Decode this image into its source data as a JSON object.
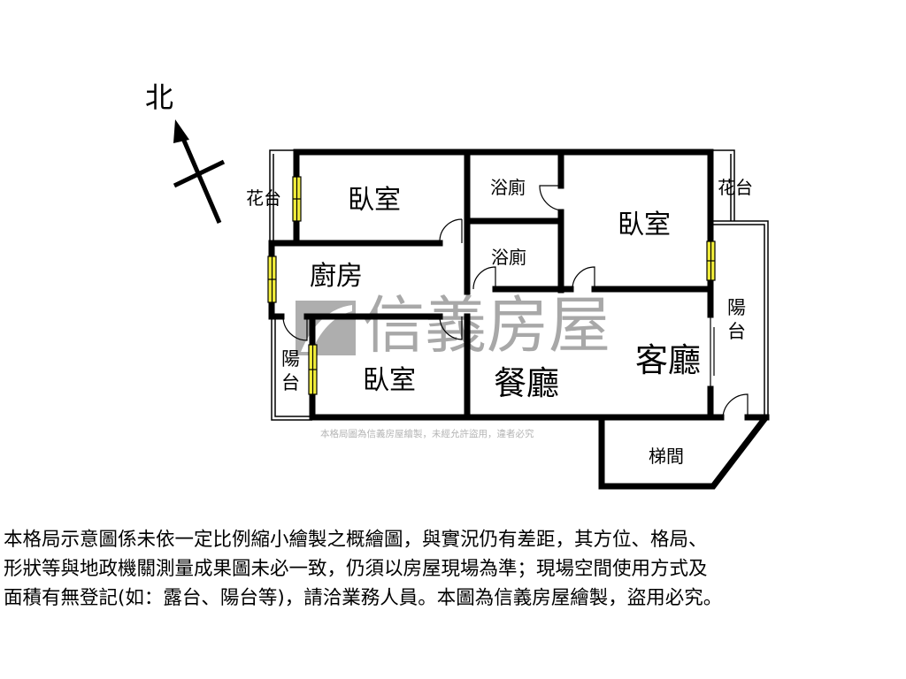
{
  "compass": {
    "label": "北",
    "icon": "north-arrow-icon"
  },
  "rooms": {
    "bedroom_nw": "臥室",
    "bath_upper": "浴廁",
    "bath_lower": "浴廁",
    "bedroom_ne": "臥室",
    "kitchen": "廚房",
    "bedroom_sw": "臥室",
    "dining": "餐廳",
    "living": "客廳",
    "stairwell": "梯間",
    "planter_west": "花台",
    "planter_east": "花台",
    "balcony_east": [
      "陽",
      "台"
    ],
    "balcony_west": [
      "陽",
      "台"
    ]
  },
  "watermark": {
    "brand": "信義房屋",
    "notice": "本格局圖為信義房屋繪製，未經允許盜用，違者必究",
    "color": "#9a9a9a"
  },
  "colors": {
    "wall": "#000000",
    "window": "#f2ee3a"
  },
  "disclaimer": [
    "本格局示意圖係未依一定比例縮小繪製之概繪圖，與實況仍有差距，其方位、格局、",
    "形狀等與地政機關測量成果圖未必一致，仍須以房屋現場為準；現場空間使用方式及",
    "面積有無登記(如：露台、陽台等)，請洽業務人員。本圖為信義房屋繪製，盜用必究。"
  ]
}
